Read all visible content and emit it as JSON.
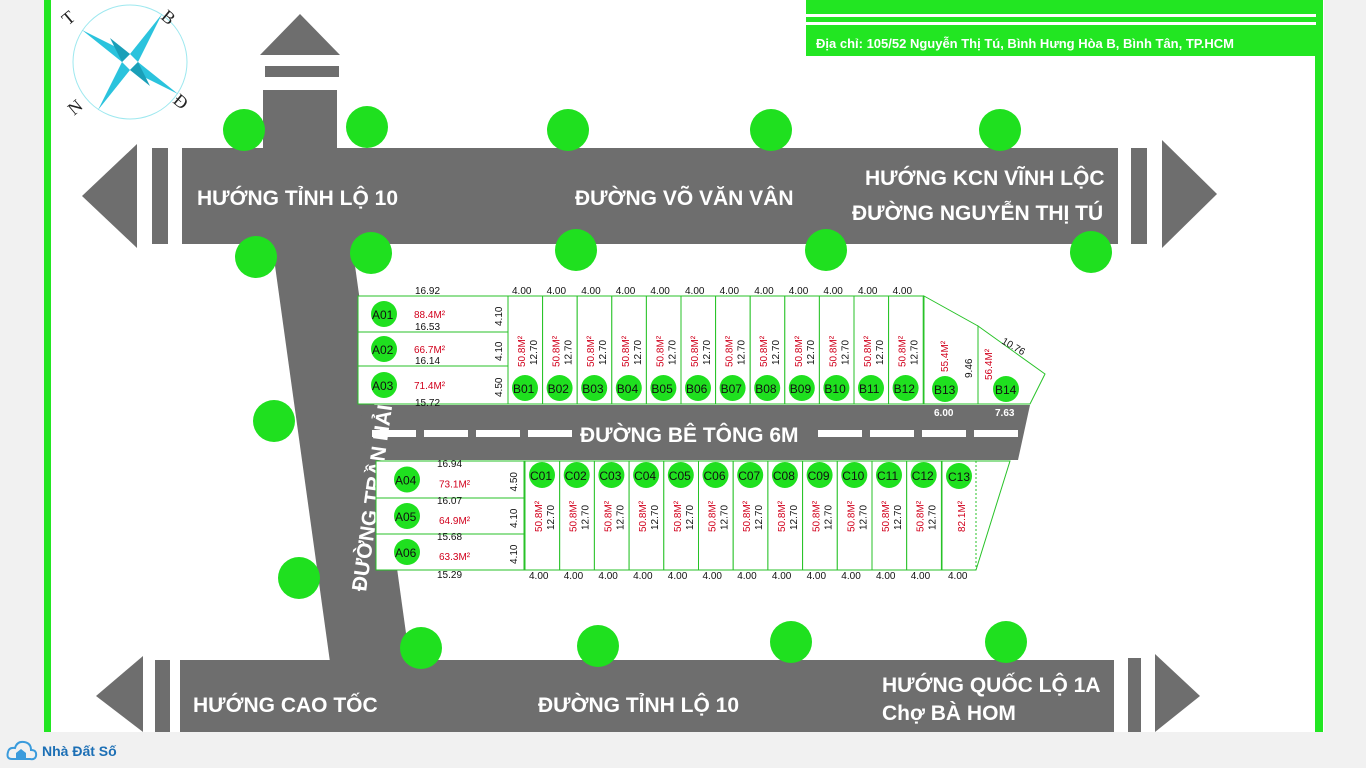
{
  "colors": {
    "border_green": "#22e622",
    "road_gray": "#6e6e6e",
    "tree_green": "#1fe01f",
    "area_red": "#d1001c",
    "lot_line_green": "#27c227"
  },
  "header": {
    "address": "Địa chỉ: 105/52 Nguyễn Thị Tú, Bình Hưng Hòa B, Bình Tân, TP.HCM"
  },
  "compass": {
    "north": "B",
    "south": "N",
    "east": "Đ",
    "west": "T"
  },
  "roads": {
    "top_left": "HƯỚNG TỈNH LỘ 10",
    "top_center": "ĐƯỜNG VÕ VĂN VÂN",
    "top_right_line1": "HƯỚNG KCN VĨNH LỘC",
    "top_right_line2": "ĐƯỜNG NGUYỄN THỊ TÚ",
    "vertical": "ĐƯỜNG TRẦN HẢI PHỤNG",
    "middle": "ĐƯỜNG BÊ TÔNG 6M",
    "bottom_left": "HƯỚNG CAO TỐC",
    "bottom_center": "ĐƯỜNG TỈNH LỘ 10",
    "bottom_right_line1": "HƯỚNG QUỐC LỘ 1A",
    "bottom_right_line2": "Chợ BÀ HOM"
  },
  "lots_a_top": [
    {
      "id": "A01",
      "area": "88.4M²",
      "top_edge": "16.92",
      "depth": "4.10"
    },
    {
      "id": "A02",
      "area": "66.7M²",
      "top_edge": "16.53",
      "depth": "4.10"
    },
    {
      "id": "A03",
      "area": "71.4M²",
      "top_edge": "16.14",
      "depth": "4.50"
    }
  ],
  "lots_a_top_bottom_edge": "15.72",
  "lots_a_bottom": [
    {
      "id": "A04",
      "area": "73.1M²",
      "top_edge": "16.94",
      "depth": "4.50"
    },
    {
      "id": "A05",
      "area": "64.9M²",
      "top_edge": "16.07",
      "depth": "4.10"
    },
    {
      "id": "A06",
      "area": "63.3M²",
      "top_edge": "15.68",
      "depth": "4.10"
    }
  ],
  "lots_a_bottom_bottom_edge": "15.29",
  "lots_b": [
    {
      "id": "B01",
      "area": "50.8M²",
      "depth": "12.70",
      "width": "4.00"
    },
    {
      "id": "B02",
      "area": "50.8M²",
      "depth": "12.70",
      "width": "4.00"
    },
    {
      "id": "B03",
      "area": "50.8M²",
      "depth": "12.70",
      "width": "4.00"
    },
    {
      "id": "B04",
      "area": "50.8M²",
      "depth": "12.70",
      "width": "4.00"
    },
    {
      "id": "B05",
      "area": "50.8M²",
      "depth": "12.70",
      "width": "4.00"
    },
    {
      "id": "B06",
      "area": "50.8M²",
      "depth": "12.70",
      "width": "4.00"
    },
    {
      "id": "B07",
      "area": "50.8M²",
      "depth": "12.70",
      "width": "4.00"
    },
    {
      "id": "B08",
      "area": "50.8M²",
      "depth": "12.70",
      "width": "4.00"
    },
    {
      "id": "B09",
      "area": "50.8M²",
      "depth": "12.70",
      "width": "4.00"
    },
    {
      "id": "B10",
      "area": "50.8M²",
      "depth": "12.70",
      "width": "4.00"
    },
    {
      "id": "B11",
      "area": "50.8M²",
      "depth": "12.70",
      "width": "4.00"
    },
    {
      "id": "B12",
      "area": "50.8M²",
      "depth": "12.70",
      "width": "4.00"
    }
  ],
  "lot_b13": {
    "id": "B13",
    "area": "55.4M²",
    "front": "6.00"
  },
  "lot_b14": {
    "id": "B14",
    "area": "56.4M²",
    "front": "7.63",
    "side": "9.46",
    "diag": "10.76"
  },
  "lots_c": [
    {
      "id": "C01",
      "area": "50.8M²",
      "depth": "12.70",
      "width": "4.00"
    },
    {
      "id": "C02",
      "area": "50.8M²",
      "depth": "12.70",
      "width": "4.00"
    },
    {
      "id": "C03",
      "area": "50.8M²",
      "depth": "12.70",
      "width": "4.00"
    },
    {
      "id": "C04",
      "area": "50.8M²",
      "depth": "12.70",
      "width": "4.00"
    },
    {
      "id": "C05",
      "area": "50.8M²",
      "depth": "12.70",
      "width": "4.00"
    },
    {
      "id": "C06",
      "area": "50.8M²",
      "depth": "12.70",
      "width": "4.00"
    },
    {
      "id": "C07",
      "area": "50.8M²",
      "depth": "12.70",
      "width": "4.00"
    },
    {
      "id": "C08",
      "area": "50.8M²",
      "depth": "12.70",
      "width": "4.00"
    },
    {
      "id": "C09",
      "area": "50.8M²",
      "depth": "12.70",
      "width": "4.00"
    },
    {
      "id": "C10",
      "area": "50.8M²",
      "depth": "12.70",
      "width": "4.00"
    },
    {
      "id": "C11",
      "area": "50.8M²",
      "depth": "12.70",
      "width": "4.00"
    },
    {
      "id": "C12",
      "area": "50.8M²",
      "depth": "12.70",
      "width": "4.00"
    }
  ],
  "lot_c13": {
    "id": "C13",
    "area": "82.1M²",
    "width": "4.00"
  },
  "brand": {
    "name": "Nhà Đất Số"
  }
}
